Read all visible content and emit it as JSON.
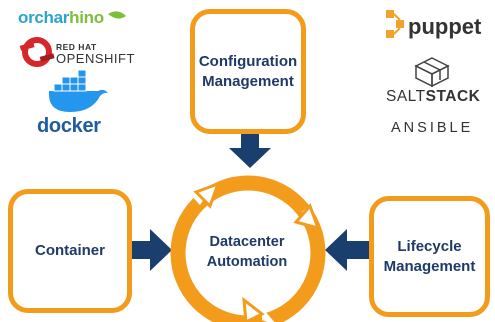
{
  "boxes": {
    "config": {
      "line1": "Configuration",
      "line2": "Management"
    },
    "container": {
      "label": "Container"
    },
    "lifecycle": {
      "line1": "Lifecycle",
      "line2": "Management"
    }
  },
  "center": {
    "line1": "Datacenter",
    "line2": "Automation"
  },
  "logos": {
    "orcharhino": {
      "part1": "orchar",
      "part2": "hino"
    },
    "redhat": {
      "line1": "RED HAT",
      "line2": "OPENSHIFT"
    },
    "docker": "docker",
    "puppet": "puppet",
    "saltstack": {
      "part1": "SALT",
      "part2": "STACK"
    },
    "ansible": "ANSIBLE"
  },
  "colors": {
    "orange": "#f39c1c",
    "navy": "#1f3a68",
    "arrow": "#1a3e6e",
    "orcharhino_blue": "#2fa3cc",
    "orcharhino_green": "#7dbe3a",
    "redhat_red": "#d6262a",
    "docker_blue": "#2496ed",
    "puppet_orange": "#f0a22e"
  },
  "icons": [
    "openshift-icon",
    "docker-whale-icon",
    "puppet-icon",
    "saltstack-cube-icon",
    "refresh-cycle-icon"
  ]
}
